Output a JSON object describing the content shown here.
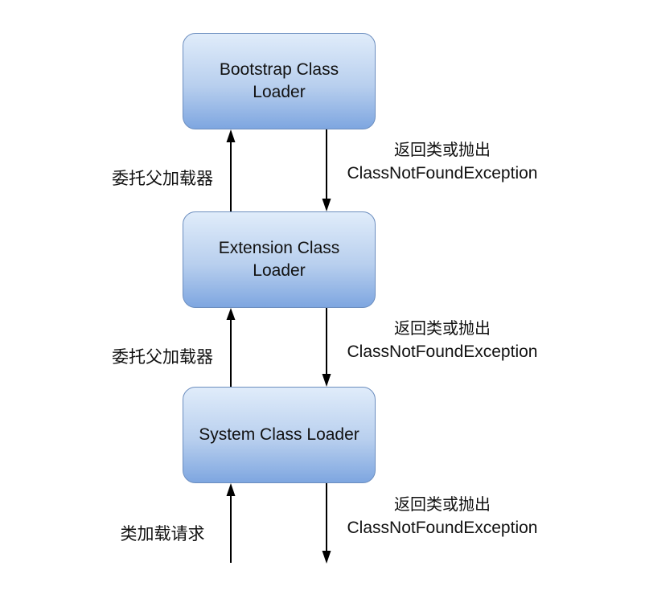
{
  "nodes": {
    "bootstrap": "Bootstrap Class Loader",
    "extension": "Extension Class Loader",
    "system": "System Class Loader"
  },
  "edge_labels": {
    "delegate_parent_1": "委托父加载器",
    "delegate_parent_2": "委托父加载器",
    "load_request": "类加载请求",
    "return_1_cn": "返回类或抛出",
    "return_1_en": "ClassNotFoundException",
    "return_2_cn": "返回类或抛出",
    "return_2_en": "ClassNotFoundException",
    "return_3_cn": "返回类或抛出",
    "return_3_en": "ClassNotFoundException"
  },
  "colors": {
    "box_border": "#6c8ebf",
    "box_fill_top": "#e0ecfa",
    "box_fill_bottom": "#7ea6e0",
    "arrow": "#000000",
    "text": "#111111"
  }
}
